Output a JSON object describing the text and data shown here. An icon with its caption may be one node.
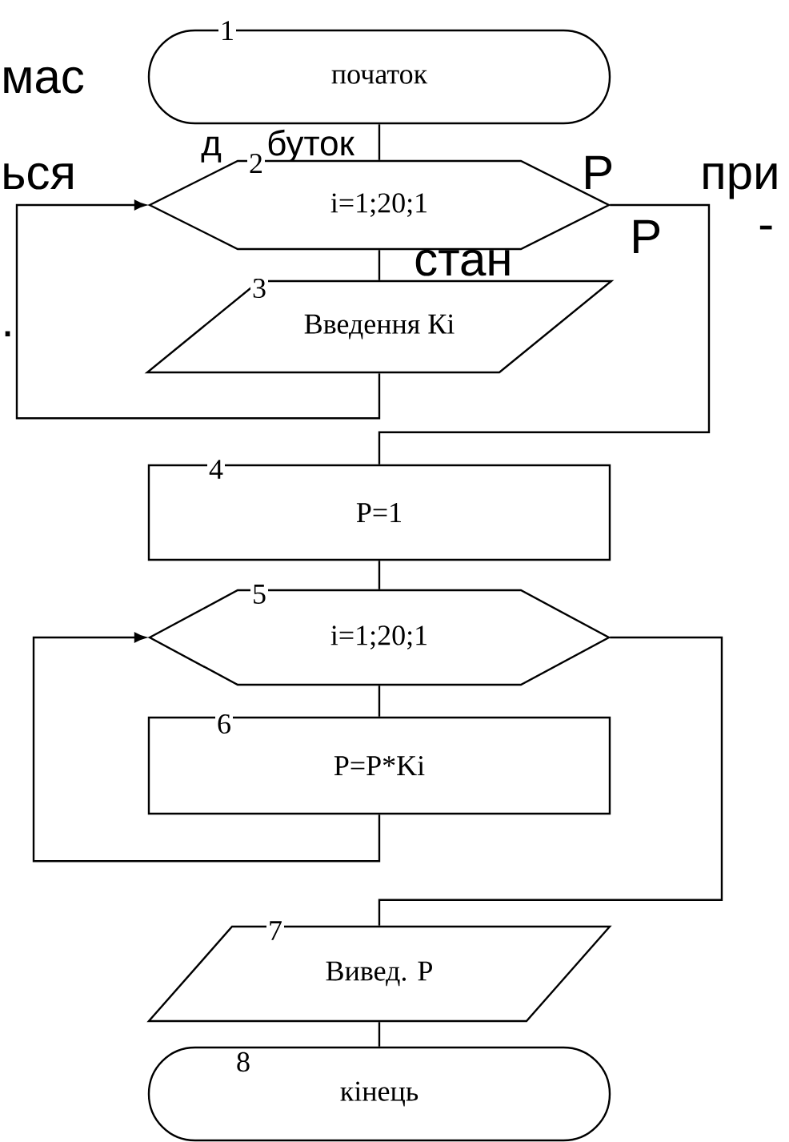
{
  "diagram": {
    "nodes": [
      {
        "text": [
          "1",
          "початок"
        ]
      },
      {
        "text": [
          "2",
          "i=1;20;1"
        ]
      },
      {
        "text": [
          "3",
          "Введення Кі"
        ]
      },
      {
        "text": [
          "4",
          "P=1"
        ]
      },
      {
        "text": [
          "5",
          "i=1;20;1"
        ]
      },
      {
        "text": [
          "6",
          "P=P*Ki"
        ]
      },
      {
        "text": [
          "7",
          "Вивед. P"
        ]
      },
      {
        "text": [
          "8",
          "кінець"
        ]
      }
    ],
    "edges": [
      {
        "from": 0,
        "to": 1,
        "arrow": "none"
      },
      {
        "from": 1,
        "to": 2,
        "arrow": "none"
      },
      {
        "from": 2,
        "to": 1,
        "arrow": "to"
      },
      {
        "from": 1,
        "to": 3,
        "arrow": "none"
      },
      {
        "from": 3,
        "to": 4,
        "arrow": "none"
      },
      {
        "from": 4,
        "to": 5,
        "arrow": "none"
      },
      {
        "from": 5,
        "to": 4,
        "arrow": "to"
      },
      {
        "from": 4,
        "to": 6,
        "arrow": "none"
      },
      {
        "from": 6,
        "to": 7,
        "arrow": "none"
      }
    ],
    "labels": [
      "мас",
      "ься",
      "д",
      "буток",
      "Р",
      "при",
      "стан",
      "Р",
      "-",
      "."
    ]
  }
}
